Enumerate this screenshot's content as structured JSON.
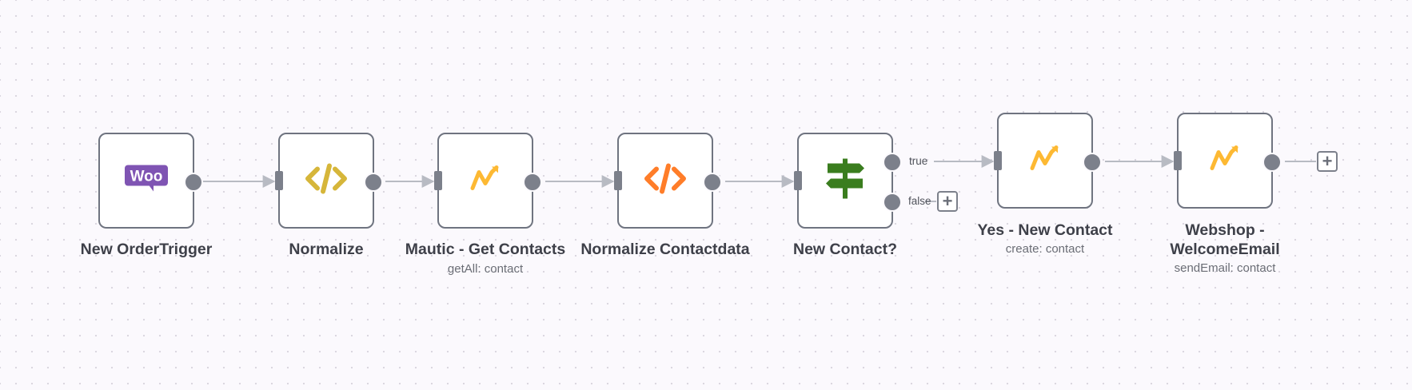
{
  "workflow": {
    "nodes": [
      {
        "name": "New OrderTrigger",
        "subtitle": "",
        "icon": "woocommerce-icon",
        "icon_text": "Woo"
      },
      {
        "name": "Normalize",
        "subtitle": "",
        "icon": "code-icon"
      },
      {
        "name": "Mautic - Get Contacts",
        "subtitle": "getAll: contact",
        "icon": "mautic-icon"
      },
      {
        "name": "Normalize Contactdata",
        "subtitle": "",
        "icon": "code-icon"
      },
      {
        "name": "New Contact?",
        "subtitle": "",
        "icon": "signpost-icon"
      },
      {
        "name": "Yes - New Contact",
        "subtitle": "create: contact",
        "icon": "mautic-icon"
      },
      {
        "name": "Webshop -",
        "name_line2": "WelcomeEmail",
        "subtitle": "sendEmail: contact",
        "icon": "mautic-icon"
      }
    ],
    "branches": {
      "true_label": "true",
      "false_label": "false"
    },
    "add_button": "+"
  },
  "colors": {
    "woo_purple": "#7f54b3",
    "code_yellow": "#d6b63a",
    "code_orange": "#ff7d29",
    "mautic_orange": "#fdb933",
    "signpost_green": "#3a7d1e",
    "node_border": "#6f7480",
    "edge": "#b8bbc3"
  }
}
